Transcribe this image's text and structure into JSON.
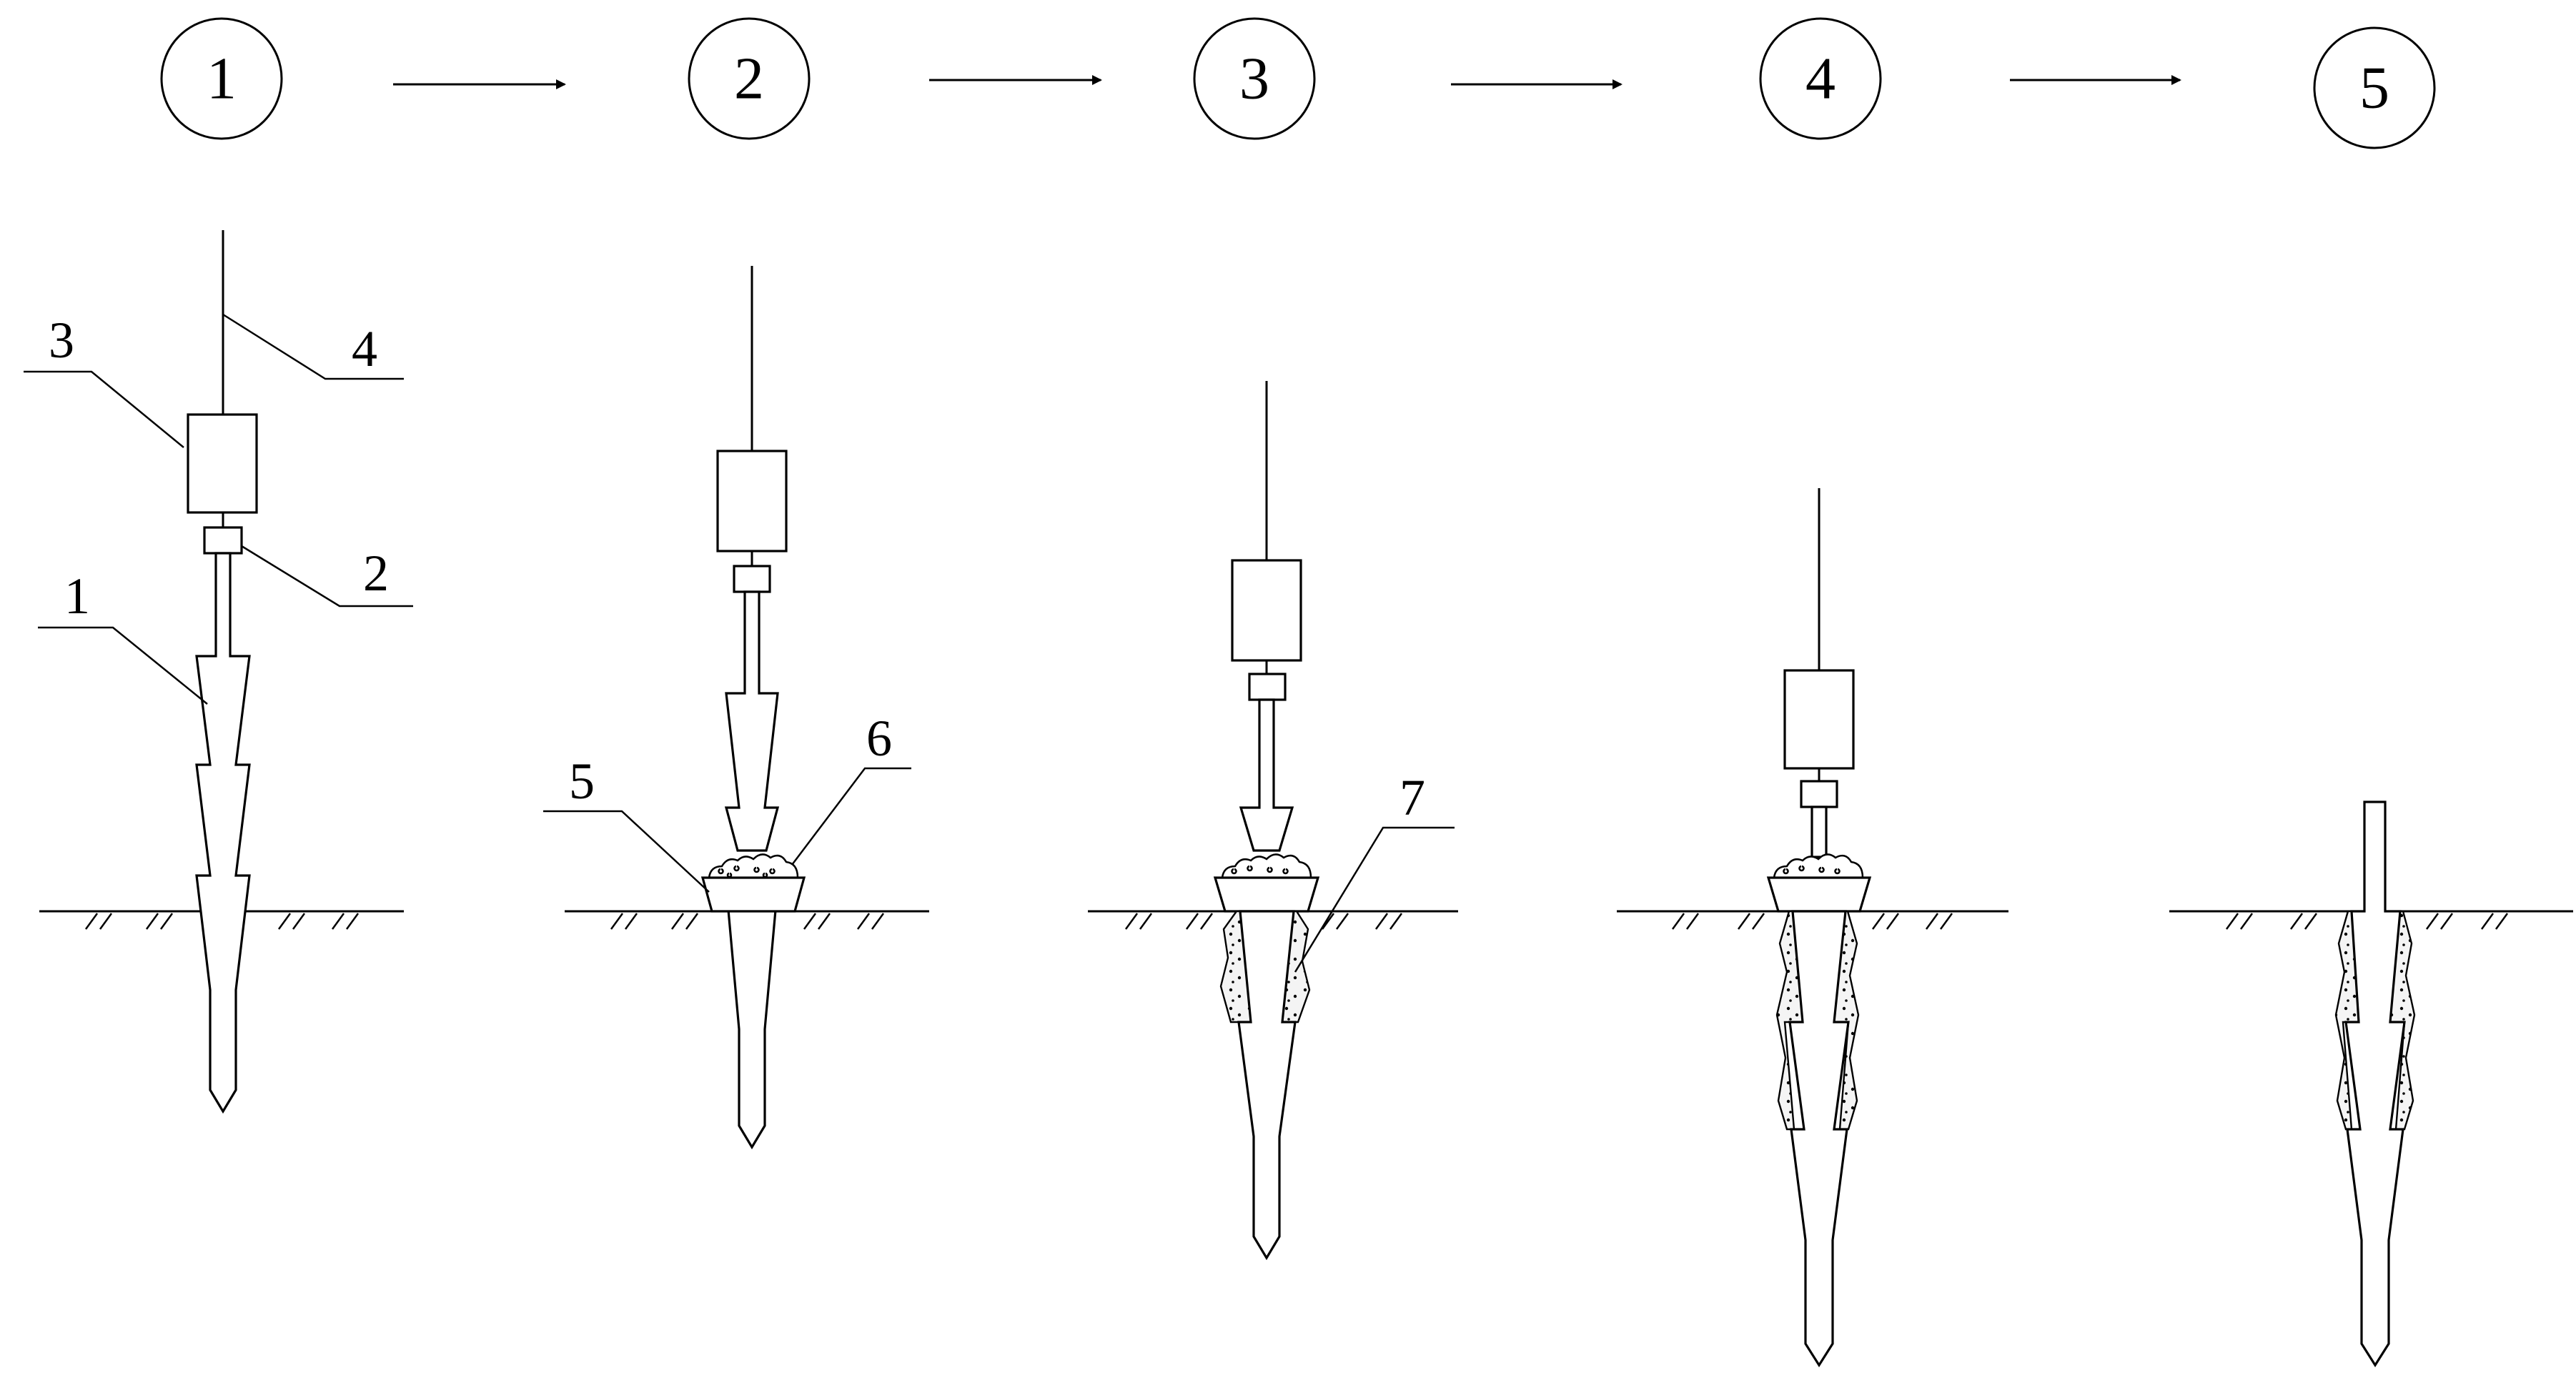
{
  "steps": [
    "1",
    "2",
    "3",
    "4",
    "5"
  ],
  "callouts": [
    "1",
    "2",
    "3",
    "4",
    "5",
    "6",
    "7"
  ],
  "colors": {
    "ink": "#000000",
    "paper": "#ffffff",
    "grout": "#f1f1f1"
  }
}
